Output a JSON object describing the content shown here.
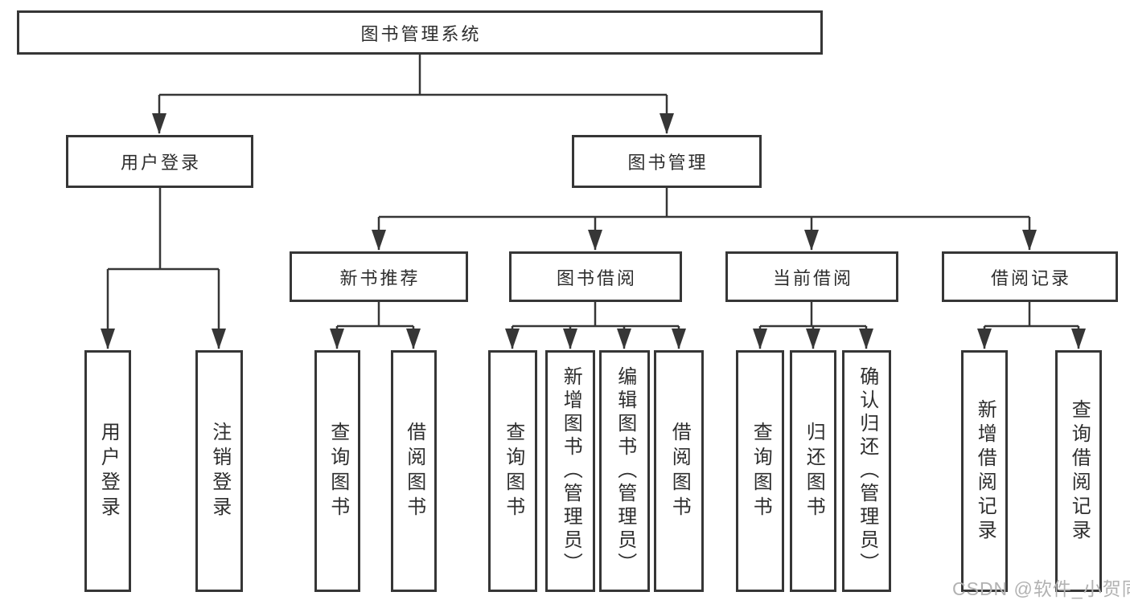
{
  "diagram_type": "hierarchy-tree",
  "tree": {
    "label": "图书管理系统",
    "children": [
      {
        "label": "用户登录",
        "children": [
          {
            "label": "用户登录"
          },
          {
            "label": "注销登录"
          }
        ]
      },
      {
        "label": "图书管理",
        "children": [
          {
            "label": "新书推荐",
            "children": [
              {
                "label": "查询图书"
              },
              {
                "label": "借阅图书"
              }
            ]
          },
          {
            "label": "图书借阅",
            "children": [
              {
                "label": "查询图书"
              },
              {
                "label": "新增图书（管理员）"
              },
              {
                "label": "编辑图书（管理员）"
              },
              {
                "label": "借阅图书"
              }
            ]
          },
          {
            "label": "当前借阅",
            "children": [
              {
                "label": "查询图书"
              },
              {
                "label": "归还图书"
              },
              {
                "label": "确认归还（管理员）"
              }
            ]
          },
          {
            "label": "借阅记录",
            "children": [
              {
                "label": "新增借阅记录"
              },
              {
                "label": "查询借阅记录"
              }
            ]
          }
        ]
      }
    ]
  },
  "watermark": {
    "text": "CSDN @软件_小贺同学"
  },
  "colors": {
    "background": "#ffffff",
    "box_border": "#363636",
    "connector_line": "#363636",
    "node_text": "#2e2e2e",
    "watermark_text": "#b2b2b2"
  }
}
